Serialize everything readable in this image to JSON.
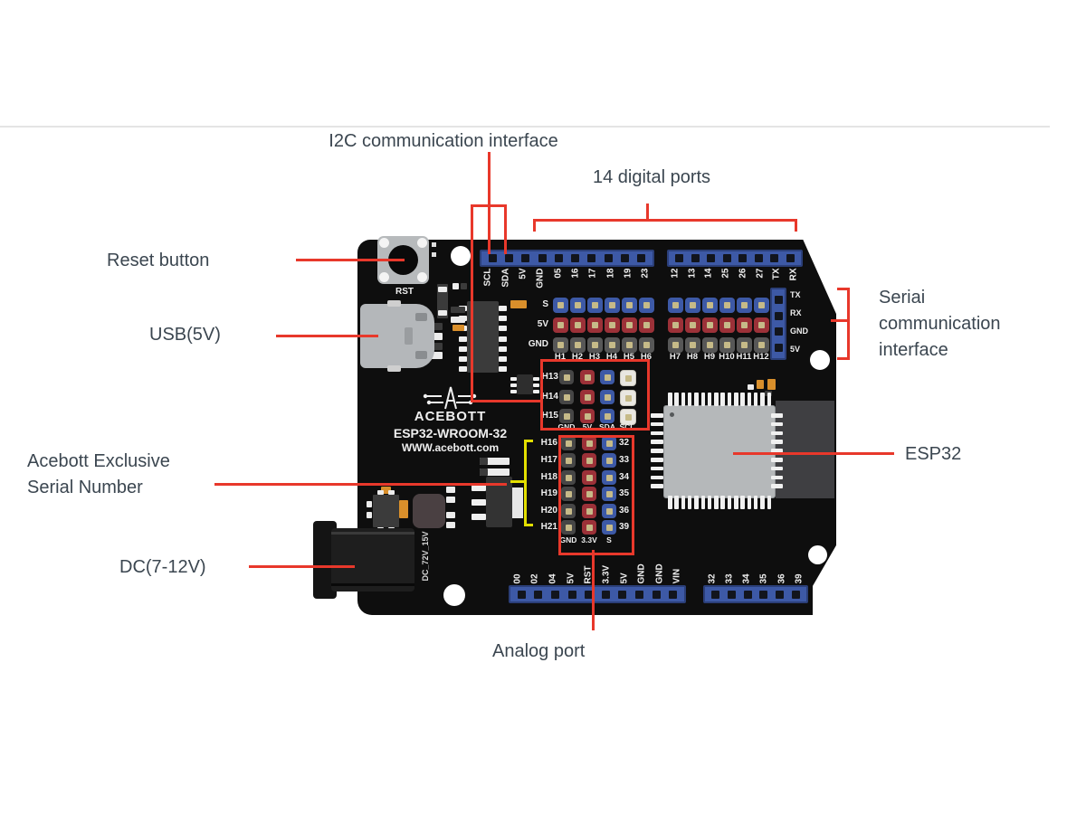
{
  "colors": {
    "annotation_red": "#e8382b",
    "bracket_yellow": "#e3df00",
    "label_text": "#3b4650",
    "board_black": "#0e0e0e",
    "header_blue": "#3d59a6",
    "pin_red": "#9c3138",
    "pin_gray": "#575757",
    "pin_dark": "#464646",
    "pin_white": "#e9e7e1",
    "pad_khaki": "#c6ba88"
  },
  "annotations": {
    "i2c": "I2C communication interface",
    "digital_ports": "14 digital ports",
    "reset": "Reset button",
    "usb": "USB(5V)",
    "serial_number_line1": "Acebott Exclusive",
    "serial_number_line2": "Serial Number",
    "dc": "DC(7-12V)",
    "esp32": "ESP32",
    "serial_comm_line1": "Seriai",
    "serial_comm_line2": "communication",
    "serial_comm_line3": "interface",
    "analog": "Analog port"
  },
  "board": {
    "silkscreen": {
      "rst": "RST",
      "brand": "ACEBOTT",
      "model": "ESP32-WROOM-32",
      "website": "WWW.acebott.com",
      "dc_marking": "DC_72V_15V"
    },
    "top_pins": [
      "SCL",
      "SDA",
      "5V",
      "GND",
      "05",
      "16",
      "17",
      "18",
      "19",
      "23",
      "12",
      "13",
      "14",
      "25",
      "26",
      "27",
      "TX",
      "RX"
    ],
    "sensor_row_labels": [
      "S",
      "5V",
      "GND"
    ],
    "sensor_col_labels": [
      "H1",
      "H2",
      "H3",
      "H4",
      "H5",
      "H6",
      "H7",
      "H8",
      "H9",
      "H10",
      "H11",
      "H12"
    ],
    "serial_pins": [
      "TX",
      "RX",
      "GND",
      "5V"
    ],
    "i2c_block": {
      "row_labels": [
        "H13",
        "H14",
        "H15"
      ],
      "col_labels": [
        "GND",
        "5V",
        "SDA",
        "SCL"
      ]
    },
    "analog_block": {
      "row_labels": [
        "H16",
        "H17",
        "H18",
        "H19",
        "H20",
        "H21"
      ],
      "gpio_labels": [
        "32",
        "33",
        "34",
        "35",
        "36",
        "39"
      ],
      "col_labels": [
        "GND",
        "3.3V",
        "S"
      ]
    },
    "bottom_pins": [
      "00",
      "02",
      "04",
      "5V",
      "RST",
      "3.3V",
      "5V",
      "GND",
      "GND",
      "VIN",
      "32",
      "33",
      "34",
      "35",
      "36",
      "39"
    ]
  }
}
